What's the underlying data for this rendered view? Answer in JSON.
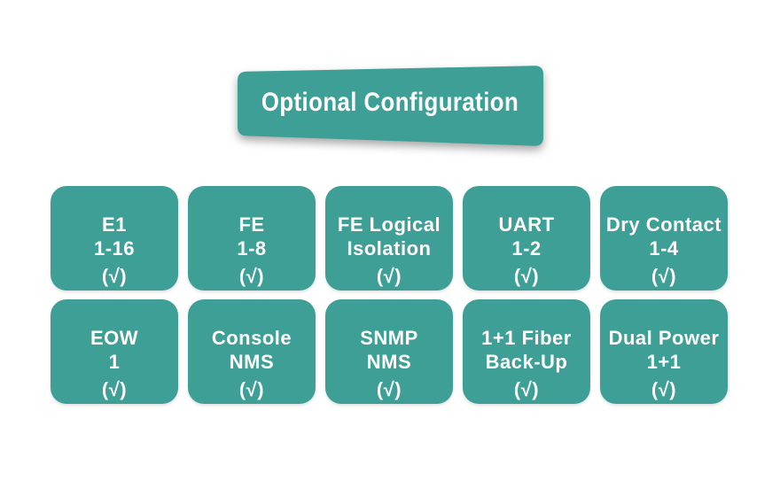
{
  "banner": {
    "title": "Optional Configuration"
  },
  "theme": {
    "teal": "#3E9F96",
    "text_color": "#FFFFFF",
    "page_bg": "#FFFFFF",
    "shadow": "rgba(0,0,0,0.35)"
  },
  "grid": {
    "rows": [
      [
        {
          "lines": [
            "E1",
            "1-16",
            "(√)"
          ]
        },
        {
          "lines": [
            "FE",
            "1-8",
            "(√)"
          ]
        },
        {
          "lines": [
            "FE Logical",
            "Isolation",
            "(√)"
          ]
        },
        {
          "lines": [
            "UART",
            "1-2",
            "(√)"
          ]
        },
        {
          "lines": [
            "Dry Contact",
            "1-4",
            "(√)"
          ]
        }
      ],
      [
        {
          "lines": [
            "EOW",
            "1",
            "(√)"
          ]
        },
        {
          "lines": [
            "Console",
            "NMS",
            "(√)"
          ]
        },
        {
          "lines": [
            "SNMP",
            "NMS",
            "(√)"
          ]
        },
        {
          "lines": [
            "1+1 Fiber",
            "Back-Up",
            "(√)"
          ]
        },
        {
          "lines": [
            "Dual Power",
            "1+1",
            "(√)"
          ]
        }
      ]
    ]
  }
}
